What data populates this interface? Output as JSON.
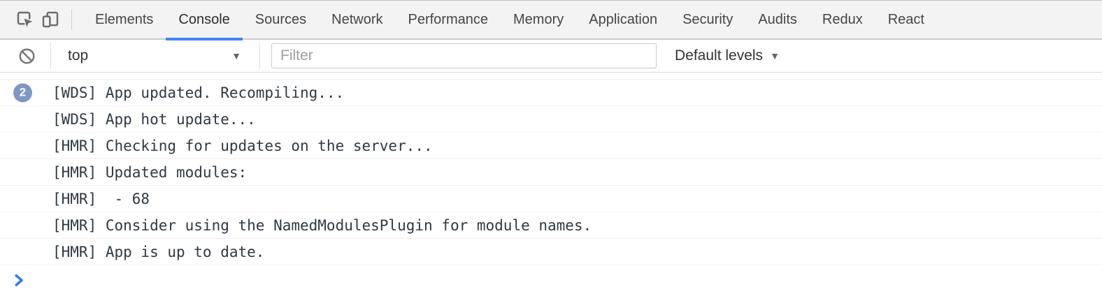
{
  "colors": {
    "accent_blue": "#4285f4",
    "badge_blue": "#7e97c3",
    "prompt_blue": "#367cf1",
    "tabbar_bg": "#f3f3f3",
    "console_text": "#303942"
  },
  "tab_bar": {
    "tabs": [
      {
        "label": "Elements"
      },
      {
        "label": "Console",
        "active": true
      },
      {
        "label": "Sources"
      },
      {
        "label": "Network"
      },
      {
        "label": "Performance"
      },
      {
        "label": "Memory"
      },
      {
        "label": "Application"
      },
      {
        "label": "Security"
      },
      {
        "label": "Audits"
      },
      {
        "label": "Redux"
      },
      {
        "label": "React"
      }
    ]
  },
  "toolbar": {
    "context_value": "top",
    "filter_placeholder": "Filter",
    "levels_label": "Default levels",
    "caret_down": "▼"
  },
  "console": {
    "messages": [
      {
        "badge": "2",
        "text": "[WDS] App updated. Recompiling..."
      },
      {
        "text": "[WDS] App hot update..."
      },
      {
        "text": "[HMR] Checking for updates on the server..."
      },
      {
        "text": "[HMR] Updated modules:"
      },
      {
        "text": "[HMR]  - 68"
      },
      {
        "text": "[HMR] Consider using the NamedModulesPlugin for module names."
      },
      {
        "text": "[HMR] App is up to date."
      }
    ]
  }
}
